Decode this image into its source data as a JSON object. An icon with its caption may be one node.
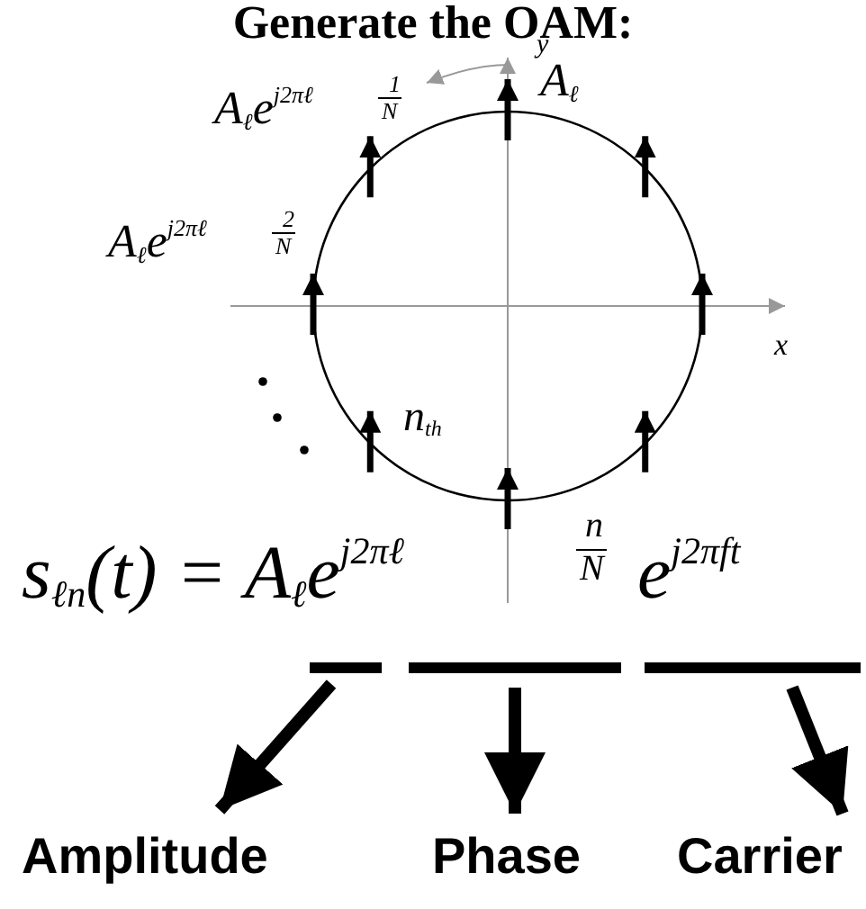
{
  "diagram": {
    "title": "Generate the OAM:",
    "nodes": [
      {
        "text": [],
        "shape": "bar"
      },
      {
        "text": [],
        "shape": "bar"
      },
      {
        "text": [],
        "shape": "bar"
      },
      {
        "text": [
          "Amplitude"
        ]
      },
      {
        "text": [
          "Phase"
        ]
      },
      {
        "text": [
          "Carrier"
        ]
      }
    ],
    "edges": [
      {
        "from": 0,
        "to": 3,
        "arrow": "to"
      },
      {
        "from": 1,
        "to": 4,
        "arrow": "to"
      },
      {
        "from": 2,
        "to": 5,
        "arrow": "to"
      }
    ],
    "labels": [
      "y",
      "A$_{ℓ}$e$^{j2πℓ}$",
      "1",
      "N",
      "A$_{ℓ}$",
      "A$_{ℓ}$e$^{j2πℓ}$",
      "2",
      "N",
      "x",
      "n$_{th}$",
      "s$_{ℓn}$(t) = A$_{ℓ}$e$^{j2πℓ}$",
      "n",
      "N",
      "e$^{j2πft}$"
    ]
  }
}
